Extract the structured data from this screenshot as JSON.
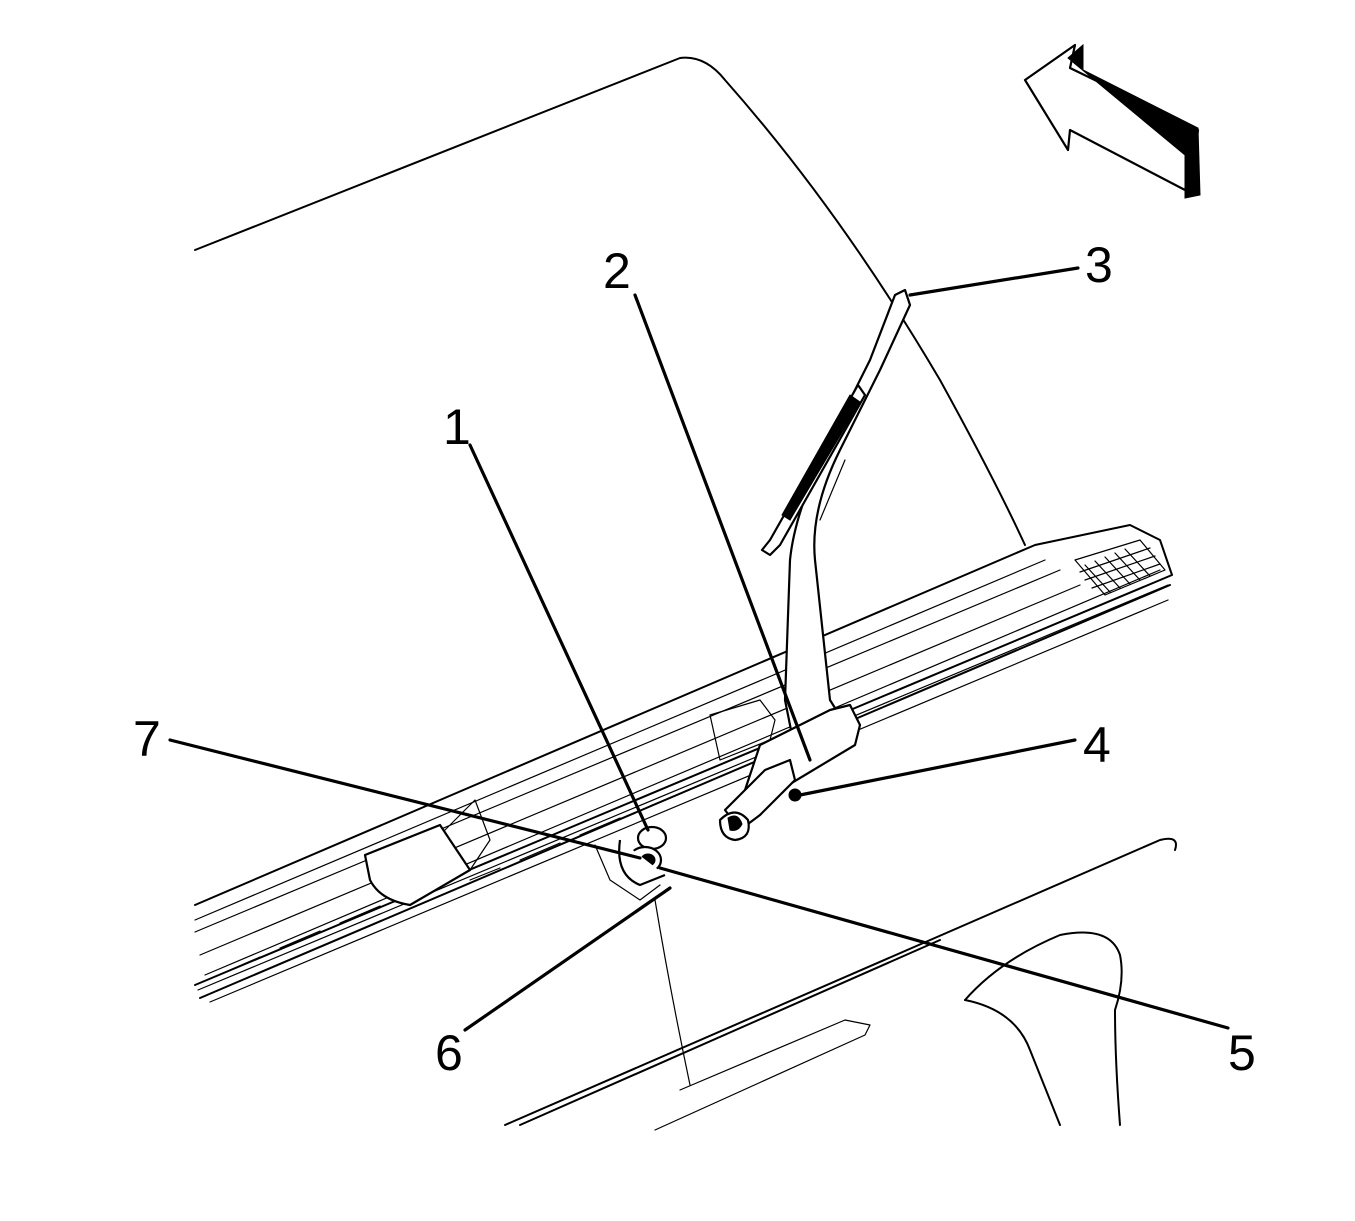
{
  "diagram": {
    "callouts": [
      {
        "id": "1",
        "label": "1"
      },
      {
        "id": "2",
        "label": "2"
      },
      {
        "id": "3",
        "label": "3"
      },
      {
        "id": "4",
        "label": "4"
      },
      {
        "id": "5",
        "label": "5"
      },
      {
        "id": "6",
        "label": "6"
      },
      {
        "id": "7",
        "label": "7"
      }
    ]
  },
  "colors": {
    "line": "#000000",
    "background": "#ffffff"
  },
  "icons": {
    "view_direction": "arrow-icon"
  }
}
